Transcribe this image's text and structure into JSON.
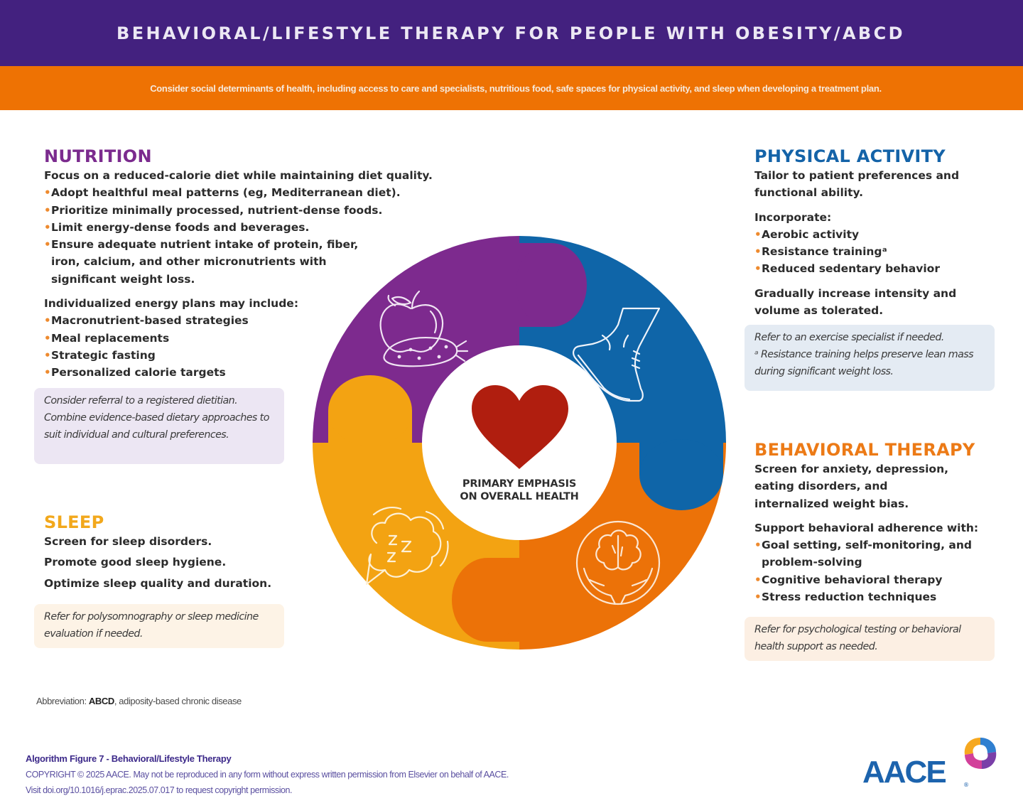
{
  "header": {
    "title": "BEHAVIORAL/LIFESTYLE THERAPY FOR PEOPLE WITH OBESITY/ABCD",
    "subtitle": "Consider social determinants of health, including access to care and specialists, nutritious food, safe spaces for physical activity, and sleep when developing a treatment plan."
  },
  "colors": {
    "title_bar": "#43217f",
    "sub_bar": "#ee7203",
    "nutrition": "#7b2b8e",
    "physical_activity": "#1463a8",
    "behavioral_therapy": "#ec7a16",
    "sleep": "#f2a81c",
    "heart": "#b01e0f"
  },
  "nutrition": {
    "heading": "NUTRITION",
    "intro": "Focus on a reduced-calorie diet while maintaining diet quality.",
    "bullets": [
      "Adopt healthful meal patterns (eg, Mediterranean diet).",
      "Prioritize minimally processed, nutrient-dense foods.",
      "Limit energy-dense foods and beverages.",
      "Ensure adequate nutrient intake of protein, fiber, iron, calcium, and other micronutrients with significant weight loss."
    ],
    "plans_intro": "Individualized energy plans may include:",
    "plans": [
      "Macronutrient-based strategies",
      "Meal replacements",
      "Strategic fasting",
      "Personalized calorie targets"
    ],
    "note": "Consider referral to a registered dietitian. Combine evidence-based dietary approaches to suit individual and cultural preferences."
  },
  "physical_activity": {
    "heading": "PHYSICAL ACTIVITY",
    "intro": "Tailor to patient preferences and functional ability.",
    "incorporate_label": "Incorporate:",
    "bullets": [
      "Aerobic activity",
      "Resistance trainingᵃ",
      "Reduced sedentary behavior"
    ],
    "progression": "Gradually increase intensity and volume as tolerated.",
    "note_line1": "Refer to an exercise specialist if needed.",
    "note_line2": "ᵃ Resistance training helps preserve lean mass during significant weight loss."
  },
  "behavioral_therapy": {
    "heading": "BEHAVIORAL THERAPY",
    "intro": "Screen for anxiety, depression, eating disorders, and internalized weight bias.",
    "support_label": "Support behavioral adherence with:",
    "bullets": [
      "Goal setting, self-monitoring, and problem-solving",
      "Cognitive behavioral therapy",
      "Stress reduction techniques"
    ],
    "note": "Refer for psychological testing or behavioral health support as needed."
  },
  "sleep": {
    "heading": "SLEEP",
    "lines": [
      "Screen for sleep disorders.",
      "Promote good sleep hygiene.",
      "Optimize sleep quality and duration."
    ],
    "note": "Refer for polysomnography or sleep medicine evaluation if needed."
  },
  "diagram": {
    "center_line1": "PRIMARY EMPHASIS",
    "center_line2": "ON OVERALL HEALTH",
    "segments": [
      {
        "name": "Nutrition",
        "icon": "apple-carrot-icon",
        "color": "#7d2a8e"
      },
      {
        "name": "Physical Activity",
        "icon": "sneaker-foot-icon",
        "color": "#0f65a8"
      },
      {
        "name": "Behavioral Therapy",
        "icon": "brain-hands-icon",
        "color": "#ec7208"
      },
      {
        "name": "Sleep",
        "icon": "zzz-cloud-icon",
        "color": "#f3a312"
      }
    ],
    "center_icon": "heart-icon"
  },
  "abbreviation": {
    "label": "Abbreviation: ",
    "term": "ABCD",
    "definition": ", adiposity-based chronic disease"
  },
  "footer": {
    "figure_title": "Algorithm Figure 7 - Behavioral/Lifestyle Therapy",
    "copyright": "COPYRIGHT © 2025 AACE. May not be reproduced in any form without express written permission from Elsevier on behalf of AACE.",
    "permission": "Visit doi.org/10.1016/j.eprac.2025.07.017 to request copyright permission."
  },
  "logo": {
    "text": "AACE",
    "reg": "®"
  }
}
